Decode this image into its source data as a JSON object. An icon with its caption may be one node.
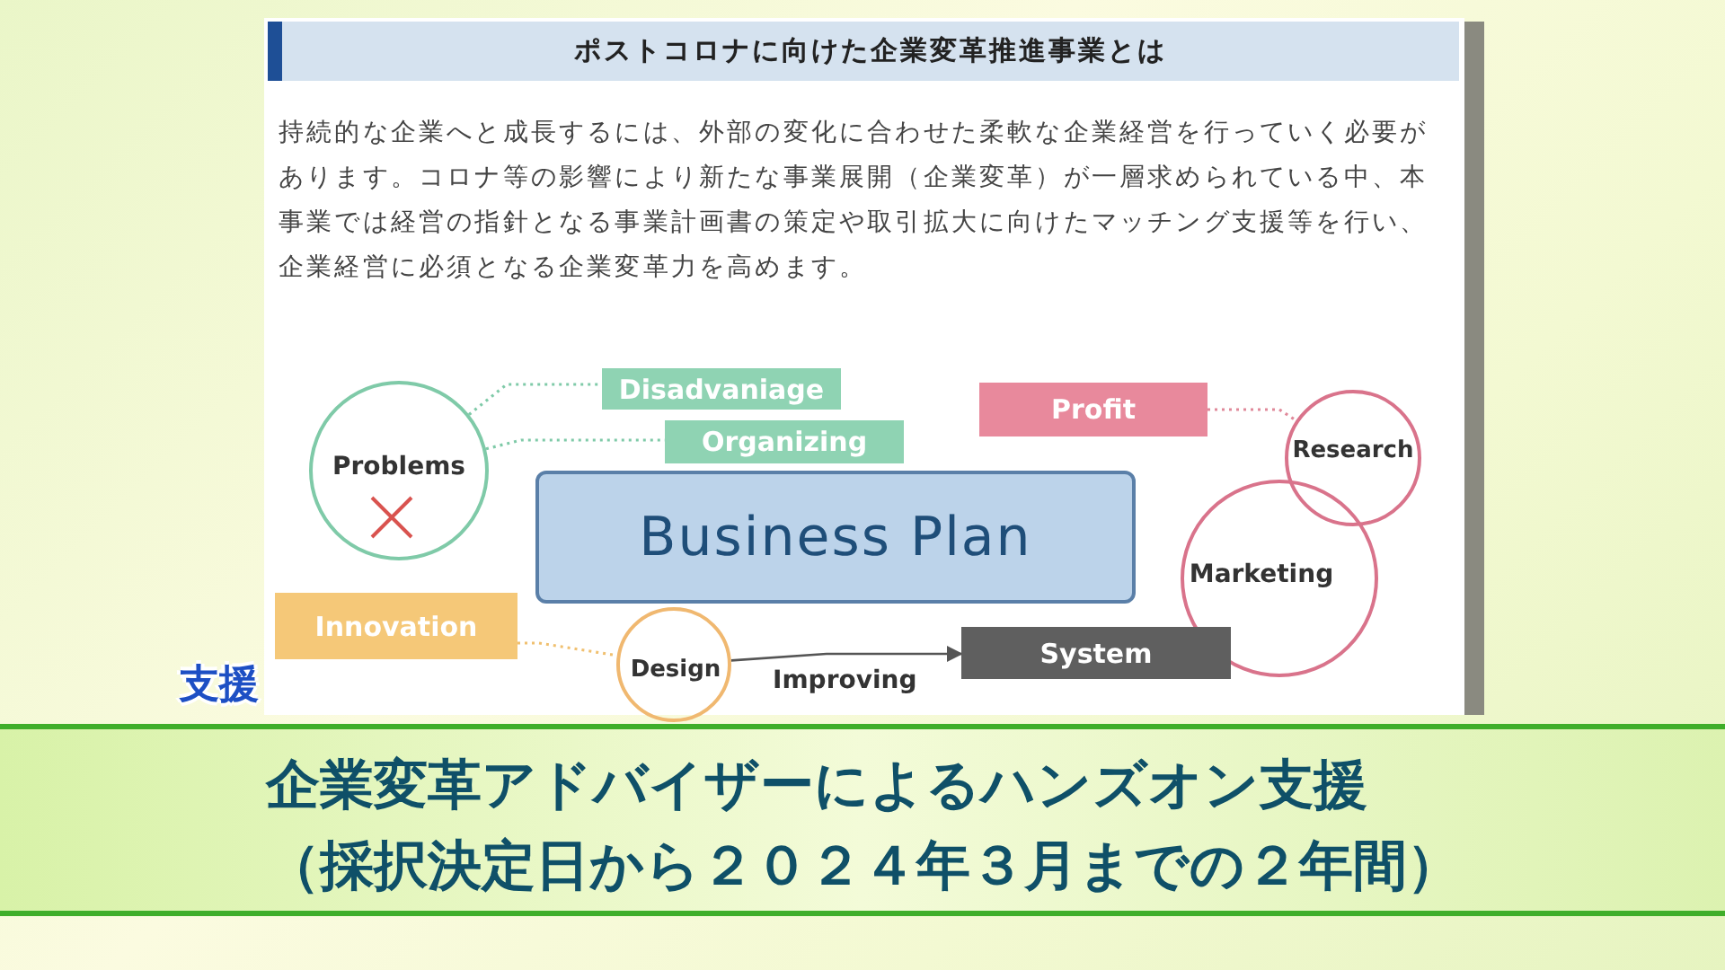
{
  "diagram": {
    "title": "ポストコロナに向けた企業変革推進事業とは",
    "caption": "企業変革アドバイザーによるハンズオン支援（採択決定日から２０２４年３月までの２年間）",
    "nodes": [
      {
        "text": [
          "Disadvaniage"
        ]
      },
      {
        "text": [
          "Organizing"
        ]
      },
      {
        "text": [
          "Problems"
        ]
      },
      {
        "text": [
          "Profit"
        ]
      },
      {
        "text": [
          "Research"
        ]
      },
      {
        "text": [
          "Business Plan"
        ]
      },
      {
        "text": [
          "Marketing"
        ]
      },
      {
        "text": [
          "Innovation"
        ]
      },
      {
        "text": [
          "Design"
        ]
      },
      {
        "text": [
          "System"
        ]
      }
    ],
    "edges": [
      {
        "from": 2,
        "to": 0,
        "arrow": "none",
        "style": "dashed",
        "color": "#7fcaa8"
      },
      {
        "from": 2,
        "to": 1,
        "arrow": "none",
        "style": "dashed",
        "color": "#7fcaa8"
      },
      {
        "from": 3,
        "to": 4,
        "arrow": "none",
        "style": "dashed",
        "color": "#e0899a"
      },
      {
        "from": 7,
        "to": 8,
        "arrow": "none",
        "style": "dashed",
        "color": "#f0c070"
      },
      {
        "from": 8,
        "to": 9,
        "arrow": "to",
        "label": "Improving",
        "color": "#555555"
      }
    ],
    "labels": [
      "持続的な企業へと成長するには、外部の変化に合わせた柔軟な企業経営を行っていく必要があります。コロナ等の影響により新たな事業展開（企業変革）が一層求められている中、本事業では経営の指針となる事業計画書の策定や取引拡大に向けたマッチング支援等を行い、企業経営に必須となる企業変革力を高めます。",
      "支援"
    ]
  }
}
